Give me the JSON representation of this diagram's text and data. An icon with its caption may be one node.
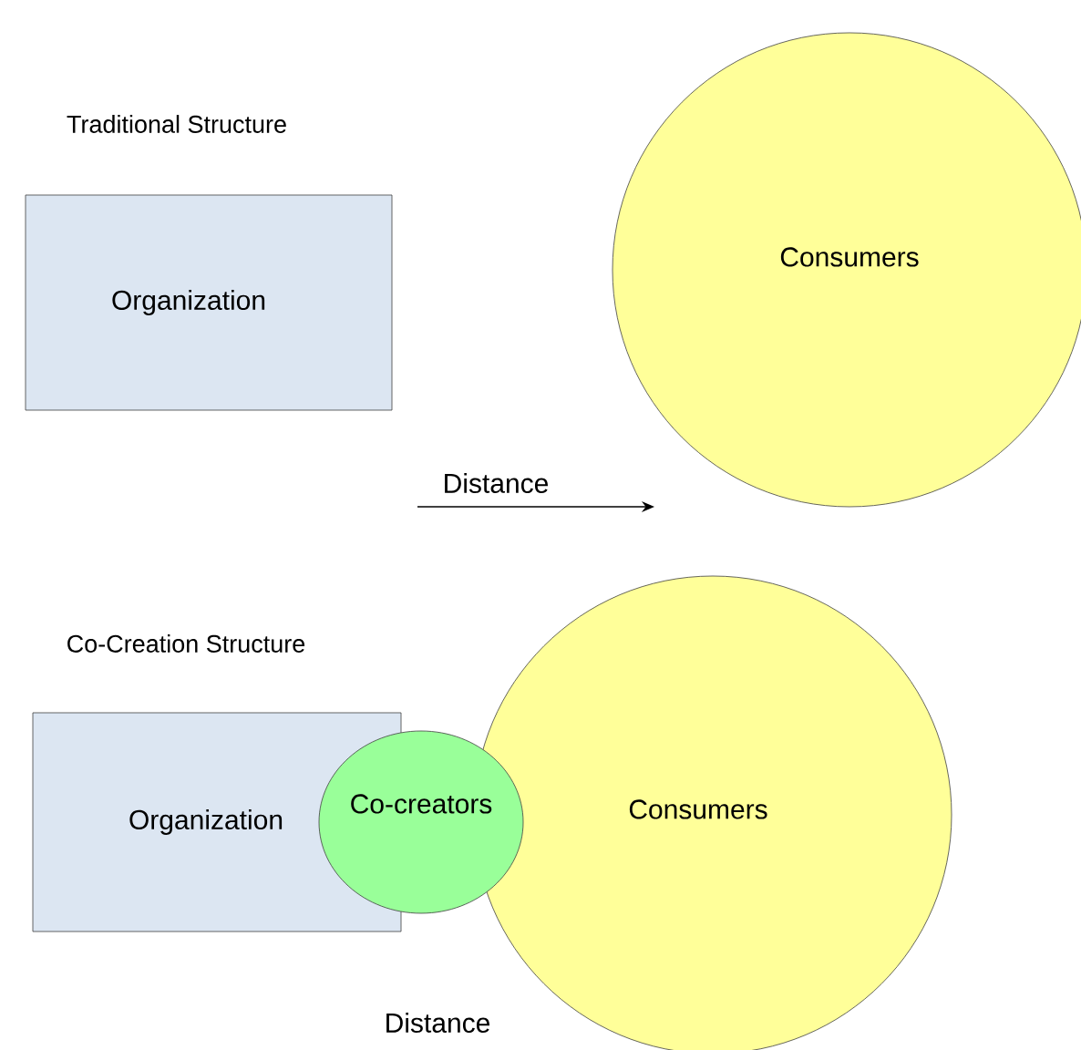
{
  "diagram": {
    "nodes": [
      {
        "text": [
          "Organization"
        ]
      },
      {
        "text": [
          "Consumers"
        ]
      },
      {
        "text": [
          "Organization"
        ]
      },
      {
        "text": [
          "Consumers"
        ]
      },
      {
        "text": [
          "Co-creators"
        ]
      }
    ],
    "labels": [
      "Traditional Structure",
      "Distance",
      "Co-Creation Structure",
      "Distance"
    ]
  }
}
